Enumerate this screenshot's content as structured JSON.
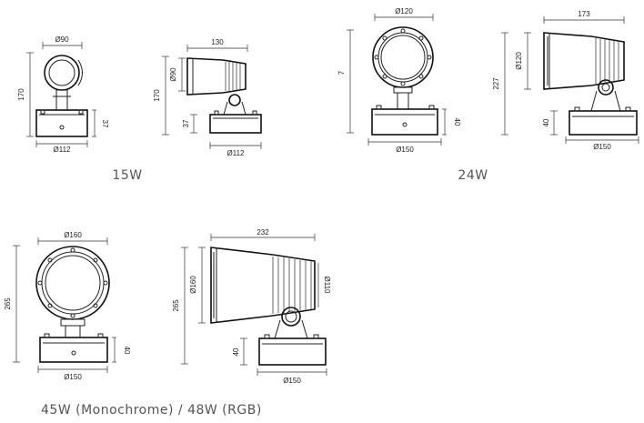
{
  "captions": {
    "w15": "15W",
    "w24": "24W",
    "w45": "45W (Monochrome) / 48W (RGB)"
  },
  "dims": {
    "a_top": "Ø90",
    "a_height": "170",
    "a_base": "37",
    "a_bottom": "Ø112",
    "b_top": "130",
    "b_head": "Ø90",
    "b_height": "170",
    "b_base": "37",
    "b_bottom": "Ø112",
    "c_top": "Ø120",
    "c_height": "7",
    "c_base": "40",
    "c_bottom": "Ø150",
    "d_top": "173",
    "d_head": "Ø120",
    "d_height": "227",
    "d_base": "40",
    "d_bottom": "Ø150",
    "e_top": "Ø160",
    "e_height": "265",
    "e_base": "40",
    "e_bottom": "Ø150",
    "f_top": "232",
    "f_head": "Ø160",
    "f_height": "265",
    "f_lens": "Ø110",
    "f_base": "40",
    "f_bottom": "Ø150"
  }
}
